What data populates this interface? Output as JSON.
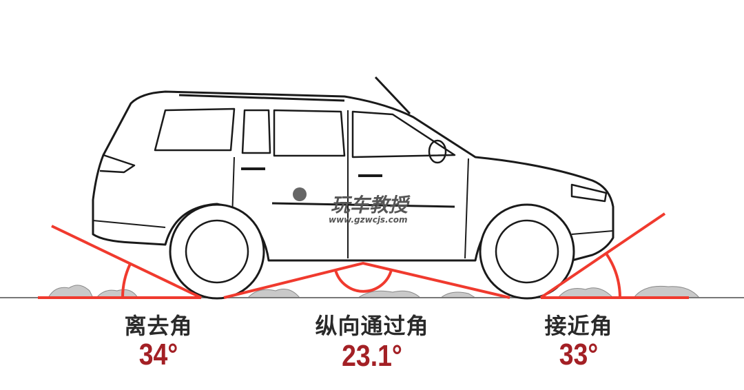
{
  "colors": {
    "angle_line": "#f03a2e",
    "value_text": "#a32025",
    "label_text": "#2a2a2a",
    "car_outline": "#1a1a1a"
  },
  "angles": [
    {
      "label": "离去角",
      "value": "34°"
    },
    {
      "label": "纵向通过角",
      "value": "23.1°"
    },
    {
      "label": "接近角",
      "value": "33°"
    }
  ],
  "watermark": {
    "brand": "玩车教授",
    "url": "www.gzwcjs.com"
  }
}
